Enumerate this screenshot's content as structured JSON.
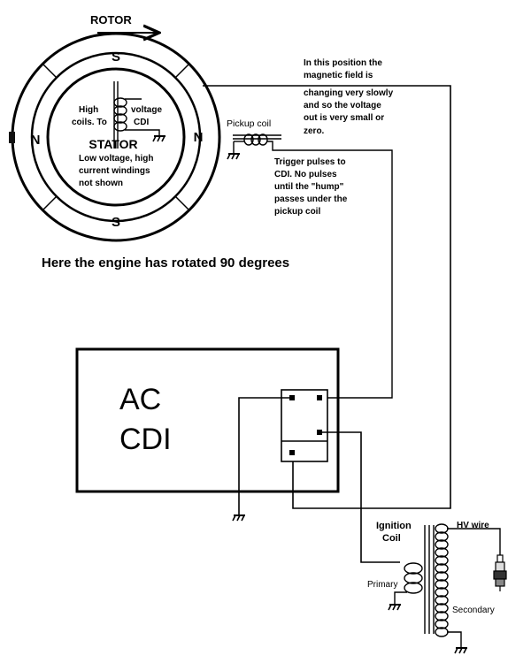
{
  "rotor_label": "ROTOR",
  "poles": {
    "top": "S",
    "bottom": "S",
    "left": "N",
    "right": "N"
  },
  "stator": {
    "hv_text_left_1": "High",
    "hv_text_left_2": "coils. To",
    "hv_text_right_1": "voltage",
    "hv_text_right_2": "CDI",
    "title": "STATOR",
    "note_1": "Low voltage, high",
    "note_2": "current windings",
    "note_3": "not shown"
  },
  "pickup_coil_label": "Pickup coil",
  "field_note": [
    "In  this  position  the",
    "magnetic  field  is",
    "changing  very  slowly",
    "and  so  the  voltage",
    "out  is  very  small  or",
    "zero."
  ],
  "trigger_note": [
    "Trigger  pulses  to",
    "CDI.    No  pulses",
    "until  the  \"hump\"",
    "passes  under  the",
    "pickup  coil"
  ],
  "caption": "Here  the  engine  has  rotated  90  degrees",
  "cdi_box": {
    "line1": "AC",
    "line2": "CDI"
  },
  "ignition_coil": {
    "label_1": "Ignition",
    "label_2": "Coil",
    "hv_wire": "HV  wire",
    "primary": "Primary",
    "secondary": "Secondary"
  }
}
